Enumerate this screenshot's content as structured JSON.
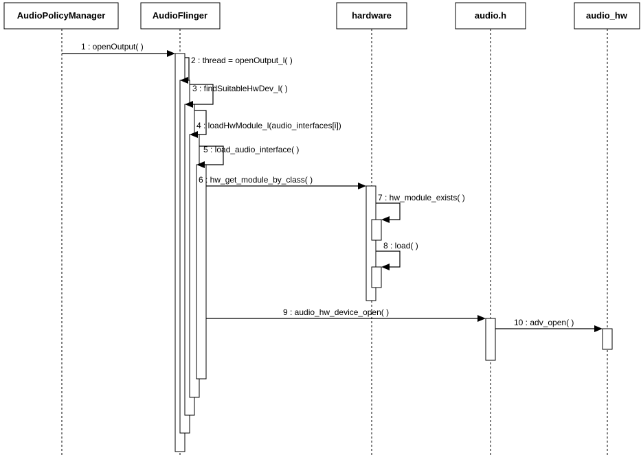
{
  "lifelines": [
    {
      "id": "apm",
      "name": "AudioPolicyManager"
    },
    {
      "id": "af",
      "name": "AudioFlinger"
    },
    {
      "id": "hw",
      "name": "hardware"
    },
    {
      "id": "ah",
      "name": "audio.h"
    },
    {
      "id": "ahw",
      "name": "audio_hw"
    }
  ],
  "messages": [
    {
      "num": 1,
      "label": "1 : openOutput( )",
      "from": "AudioPolicyManager",
      "to": "AudioFlinger"
    },
    {
      "num": 2,
      "label": "2 : thread = openOutput_l( )",
      "from": "AudioFlinger",
      "to": "AudioFlinger"
    },
    {
      "num": 3,
      "label": "3 : findSuitableHwDev_l( )",
      "from": "AudioFlinger",
      "to": "AudioFlinger"
    },
    {
      "num": 4,
      "label": "4 : loadHwModule_l(audio_interfaces[i])",
      "from": "AudioFlinger",
      "to": "AudioFlinger"
    },
    {
      "num": 5,
      "label": "5 : load_audio_interface( )",
      "from": "AudioFlinger",
      "to": "AudioFlinger"
    },
    {
      "num": 6,
      "label": "6 : hw_get_module_by_class( )",
      "from": "AudioFlinger",
      "to": "hardware"
    },
    {
      "num": 7,
      "label": "7 : hw_module_exists( )",
      "from": "hardware",
      "to": "hardware"
    },
    {
      "num": 8,
      "label": "8 : load( )",
      "from": "hardware",
      "to": "hardware"
    },
    {
      "num": 9,
      "label": "9 : audio_hw_device_open( )",
      "from": "AudioFlinger",
      "to": "audio.h"
    },
    {
      "num": 10,
      "label": "10 : adv_open( )",
      "from": "audio.h",
      "to": "audio_hw"
    }
  ]
}
